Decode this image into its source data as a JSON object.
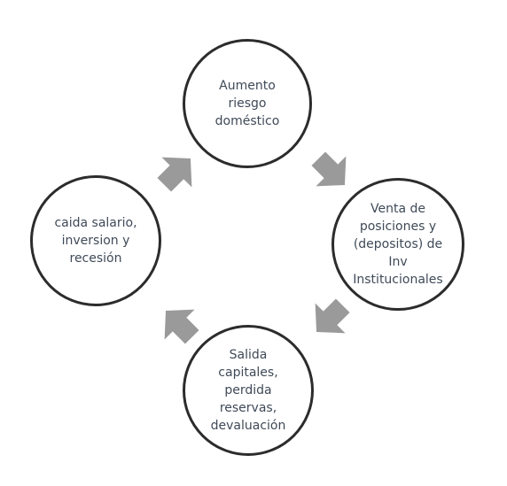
{
  "diagram": {
    "nodes": [
      {
        "id": "top",
        "label": "Aumento\nriesgo\ndoméstico"
      },
      {
        "id": "right",
        "label": "Venta de\nposiciones y\n(depositos) de\nInv\nInstitucionales"
      },
      {
        "id": "bottom",
        "label": "Salida\ncapitales,\nperdida\nreservas,\ndevaluación"
      },
      {
        "id": "left",
        "label": "caida salario,\ninversion y\nrecesión"
      }
    ],
    "cycle_direction": "clockwise",
    "colors": {
      "node_border": "#2c2c2c",
      "node_text": "#3f4a58",
      "arrow_fill": "#9a9a9a",
      "background": "#ffffff"
    }
  }
}
